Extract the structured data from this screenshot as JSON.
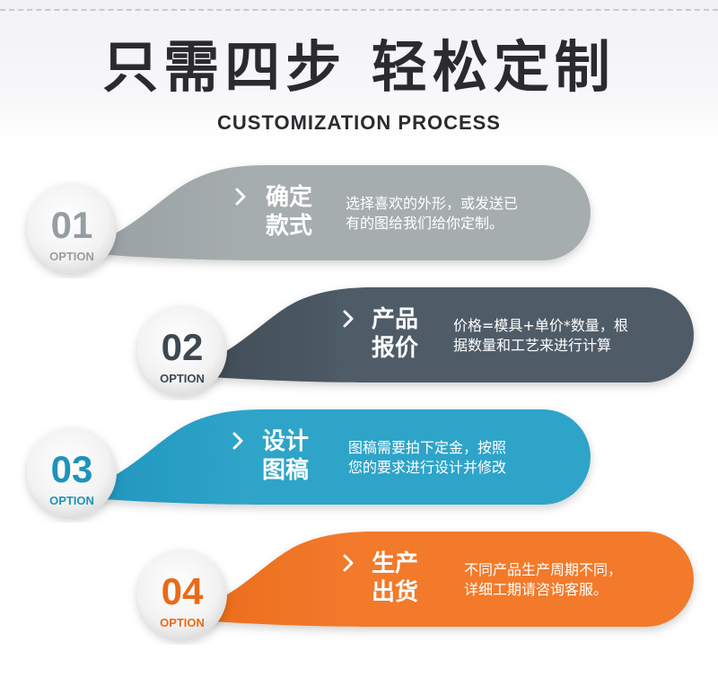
{
  "header": {
    "title": "只需四步 轻松定制",
    "subtitle": "CUSTOMIZATION PROCESS"
  },
  "steps": [
    {
      "number": "01",
      "option_label": "OPTION",
      "title_line1": "确定",
      "title_line2": "款式",
      "desc_line1": "选择喜欢的外形，或发送已",
      "desc_line2": "有的图给我们给你定制。",
      "color": "#a6adaf",
      "number_color": "#979ea1"
    },
    {
      "number": "02",
      "option_label": "OPTION",
      "title_line1": "产品",
      "title_line2": "报价",
      "desc_line1": "价格=模具+单价*数量，根",
      "desc_line2": "据数量和工艺来进行计算",
      "color": "#4f5c67",
      "number_color": "#3c4852"
    },
    {
      "number": "03",
      "option_label": "OPTION",
      "title_line1": "设计",
      "title_line2": "图稿",
      "desc_line1": "图稿需要拍下定金，按照",
      "desc_line2": "您的要求进行设计并修改",
      "color": "#2fa4c9",
      "number_color": "#1e93bb"
    },
    {
      "number": "04",
      "option_label": "OPTION",
      "title_line1": "生产",
      "title_line2": "出货",
      "desc_line1": "不同产品生产周期不同，",
      "desc_line2": "详细工期请咨询客服。",
      "color": "#f27a2c",
      "number_color": "#ea6a18"
    }
  ]
}
